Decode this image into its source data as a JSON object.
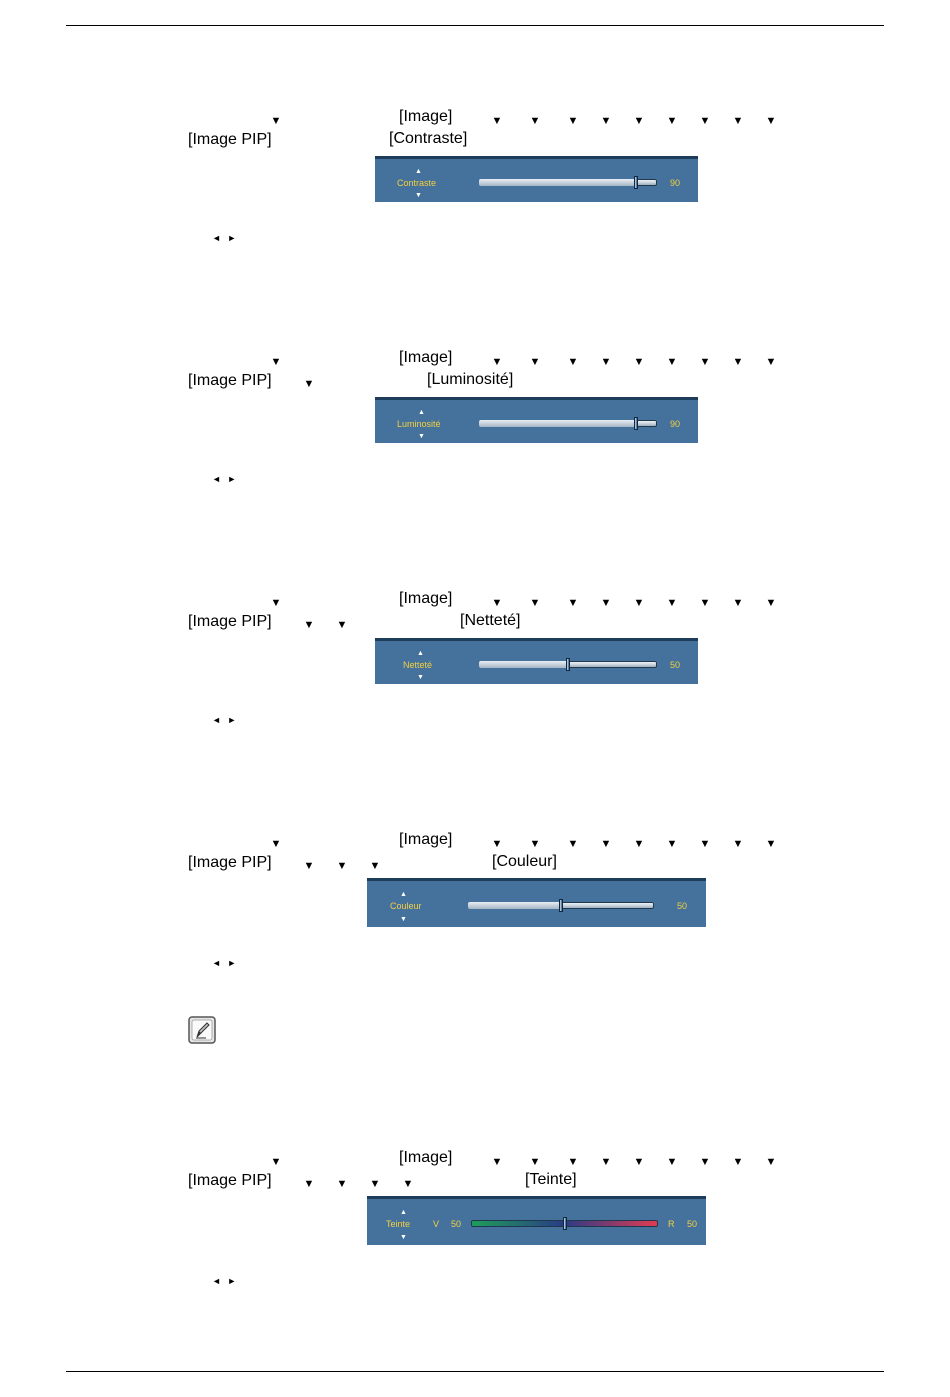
{
  "menu_path": {
    "image": "[Image]",
    "image_pip": "[Image PIP]"
  },
  "symbols": {
    "down": "▼",
    "up": "▲",
    "left_right": "◄ ►"
  },
  "sections": [
    {
      "id": "contraste",
      "item": "[Contraste]",
      "osd_label": "Contraste",
      "value": "90",
      "level": 0.9,
      "down_count": 0
    },
    {
      "id": "luminosite",
      "item": "[Luminosité]",
      "osd_label": "Luminosité",
      "value": "90",
      "level": 0.9,
      "down_count": 1
    },
    {
      "id": "nettete",
      "item": "[Netteté]",
      "osd_label": "Netteté",
      "value": "50",
      "level": 0.5,
      "down_count": 2
    },
    {
      "id": "couleur",
      "item": "[Couleur]",
      "osd_label": "Couleur",
      "value": "50",
      "level": 0.5,
      "down_count": 3
    },
    {
      "id": "teinte",
      "item": "[Teinte]",
      "osd_label": "Teinte",
      "left_label": "V",
      "left_value": "50",
      "right_label": "R",
      "right_value": "50",
      "level": 0.5,
      "down_count": 4
    }
  ],
  "note_icon": "note-pencil-icon",
  "colors": {
    "osd_panel": "#45729c",
    "osd_border": "#1e3d5b",
    "osd_text": "#f4d03f"
  }
}
